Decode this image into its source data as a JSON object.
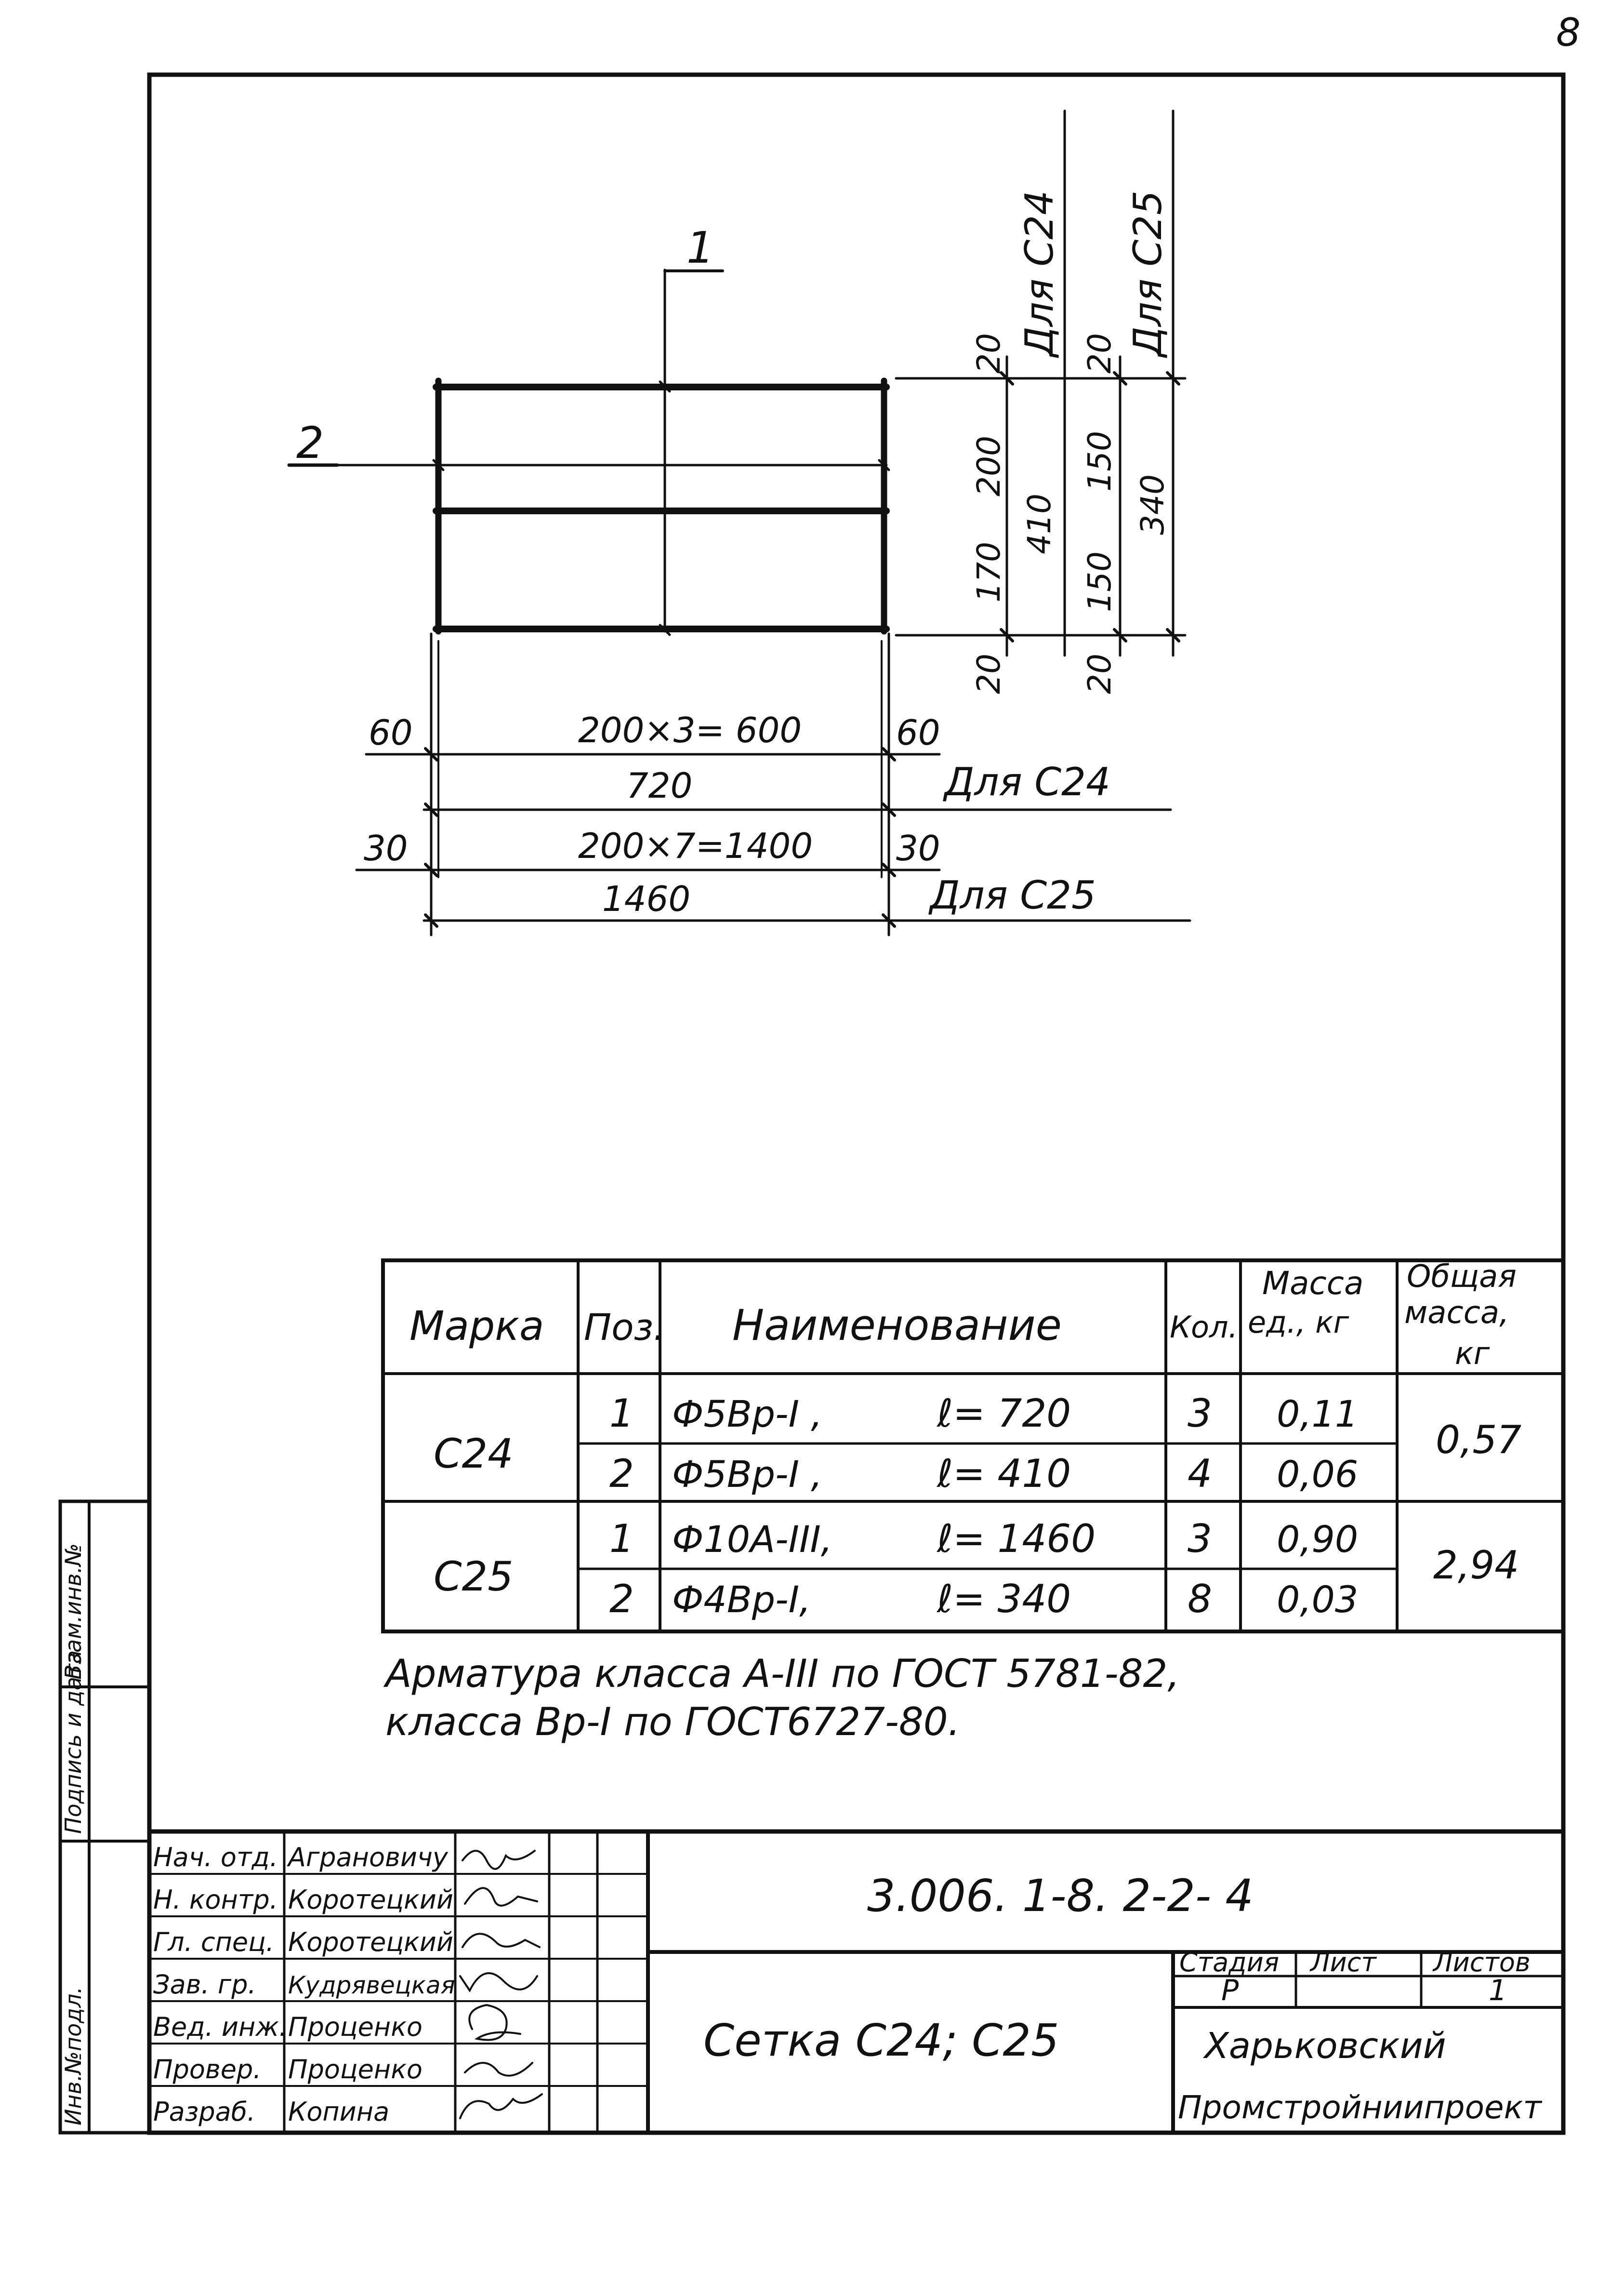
{
  "page_number": "8",
  "drawing": {
    "section_mark": "1",
    "position_mark": "2",
    "vertical_dimensions": {
      "c24_label": "Для С24",
      "c25_label": "Для С25",
      "c24": [
        "20",
        "200",
        "410",
        "170",
        "20"
      ],
      "c25": [
        "20",
        "150",
        "340",
        "150",
        "20"
      ]
    },
    "horizontal_dimensions": {
      "c24": {
        "left": "60",
        "middle": "200×3= 600",
        "right": "60",
        "total": "720",
        "label": "Для С24"
      },
      "c25": {
        "left": "30",
        "middle": "200×7=1400",
        "right": "30",
        "total": "1460",
        "label": "Для С25"
      }
    }
  },
  "spec_table": {
    "headers": {
      "mark": "Марка",
      "pos": "Поз.",
      "name": "Наименование",
      "qty": "Кол.",
      "unit_mass": [
        "Масса",
        "ед., кг"
      ],
      "total_mass": [
        "Общая",
        "масса,",
        "кг"
      ]
    },
    "groups": [
      {
        "mark": "С24",
        "total_mass": "0,57",
        "rows": [
          {
            "pos": "1",
            "name": "Ф5Вр-I ,",
            "length": "ℓ= 720",
            "qty": "3",
            "unit_mass": "0,11"
          },
          {
            "pos": "2",
            "name": "Ф5Вр-I ,",
            "length": "ℓ= 410",
            "qty": "4",
            "unit_mass": "0,06"
          }
        ]
      },
      {
        "mark": "С25",
        "total_mass": "2,94",
        "rows": [
          {
            "pos": "1",
            "name": "Ф10А-III,",
            "length": "ℓ= 1460",
            "qty": "3",
            "unit_mass": "0,90"
          },
          {
            "pos": "2",
            "name": "Ф4Вр-I,",
            "length": "ℓ= 340",
            "qty": "8",
            "unit_mass": "0,03"
          }
        ]
      }
    ]
  },
  "notes": [
    "Арматура класса А-III по ГОСТ 5781-82,",
    "класса Вр-I по ГОСТ6727-80."
  ],
  "side_stamp": [
    "Инв.№подл.",
    "Подпись и дата",
    "Взам.инв.№"
  ],
  "title_block": {
    "roles": [
      {
        "role": "Нач. отд.",
        "name": "Аграновичу"
      },
      {
        "role": "Н. контр.",
        "name": "Коротецкий"
      },
      {
        "role": "Гл. спец.",
        "name": "Коротецкий"
      },
      {
        "role": "Зав. гр.",
        "name": "Кудрявецкая"
      },
      {
        "role": "Вед. инж.",
        "name": "Проценко"
      },
      {
        "role": "Провер.",
        "name": "Проценко"
      },
      {
        "role": "Разраб.",
        "name": "Копина"
      }
    ],
    "document_code": "3.006. 1-8. 2-2- 4",
    "stage_header": "Стадия",
    "sheet_header": "Лист",
    "sheets_header": "Листов",
    "stage": "Р",
    "sheet": "",
    "sheets": "1",
    "title": "Сетка С24; С25",
    "organization": [
      "Харьковский",
      "Промстройниипроект"
    ]
  }
}
